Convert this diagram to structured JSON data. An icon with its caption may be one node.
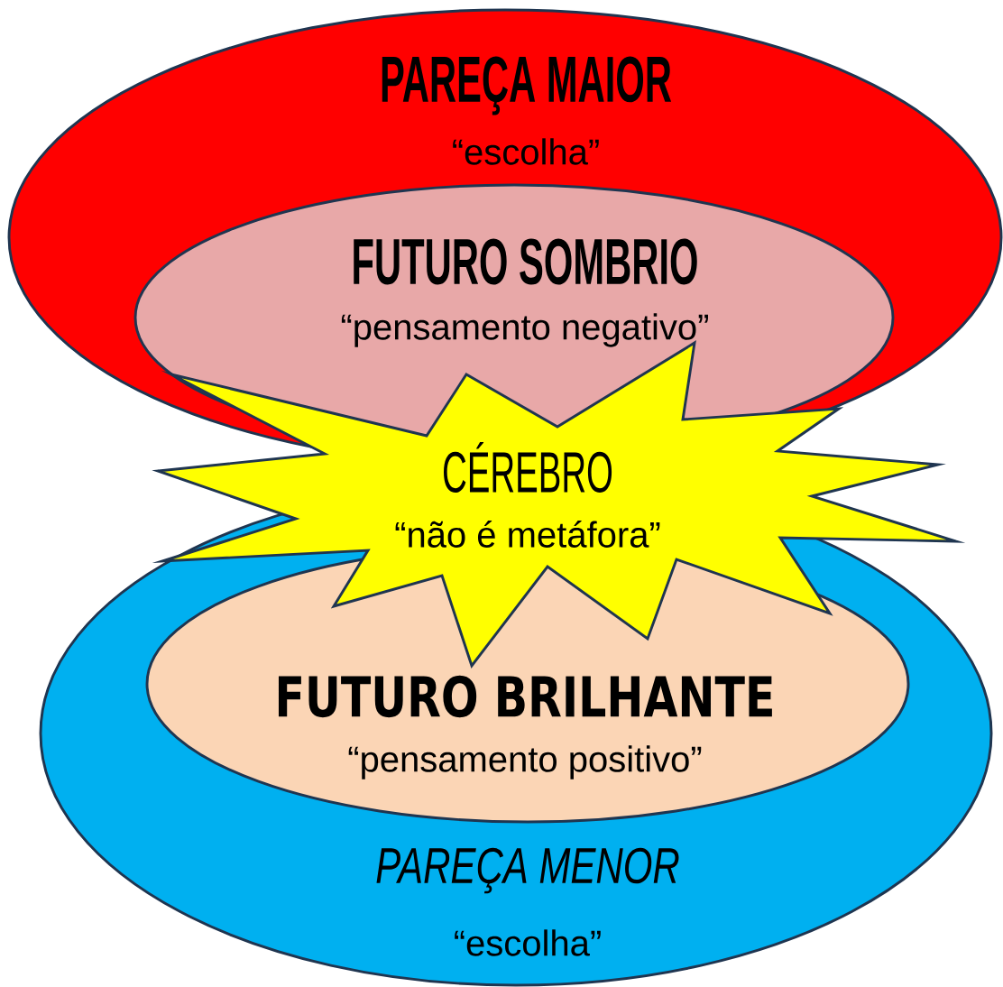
{
  "diagram": {
    "nodes": [
      {
        "text": [
          "PAREÇA MAIOR",
          "“escolha”"
        ]
      },
      {
        "text": [
          "FUTURO SOMBRIO",
          "“pensamento negativo”"
        ],
        "in": 0
      },
      {
        "text": [
          "CÉREBRO",
          "“não é metáfora”"
        ]
      },
      {
        "text": [
          "PAREÇA MENOR",
          "“escolha”"
        ]
      },
      {
        "text": [
          "FUTURO BRILHANTE",
          "“pensamento positivo”"
        ],
        "in": 3
      }
    ]
  }
}
